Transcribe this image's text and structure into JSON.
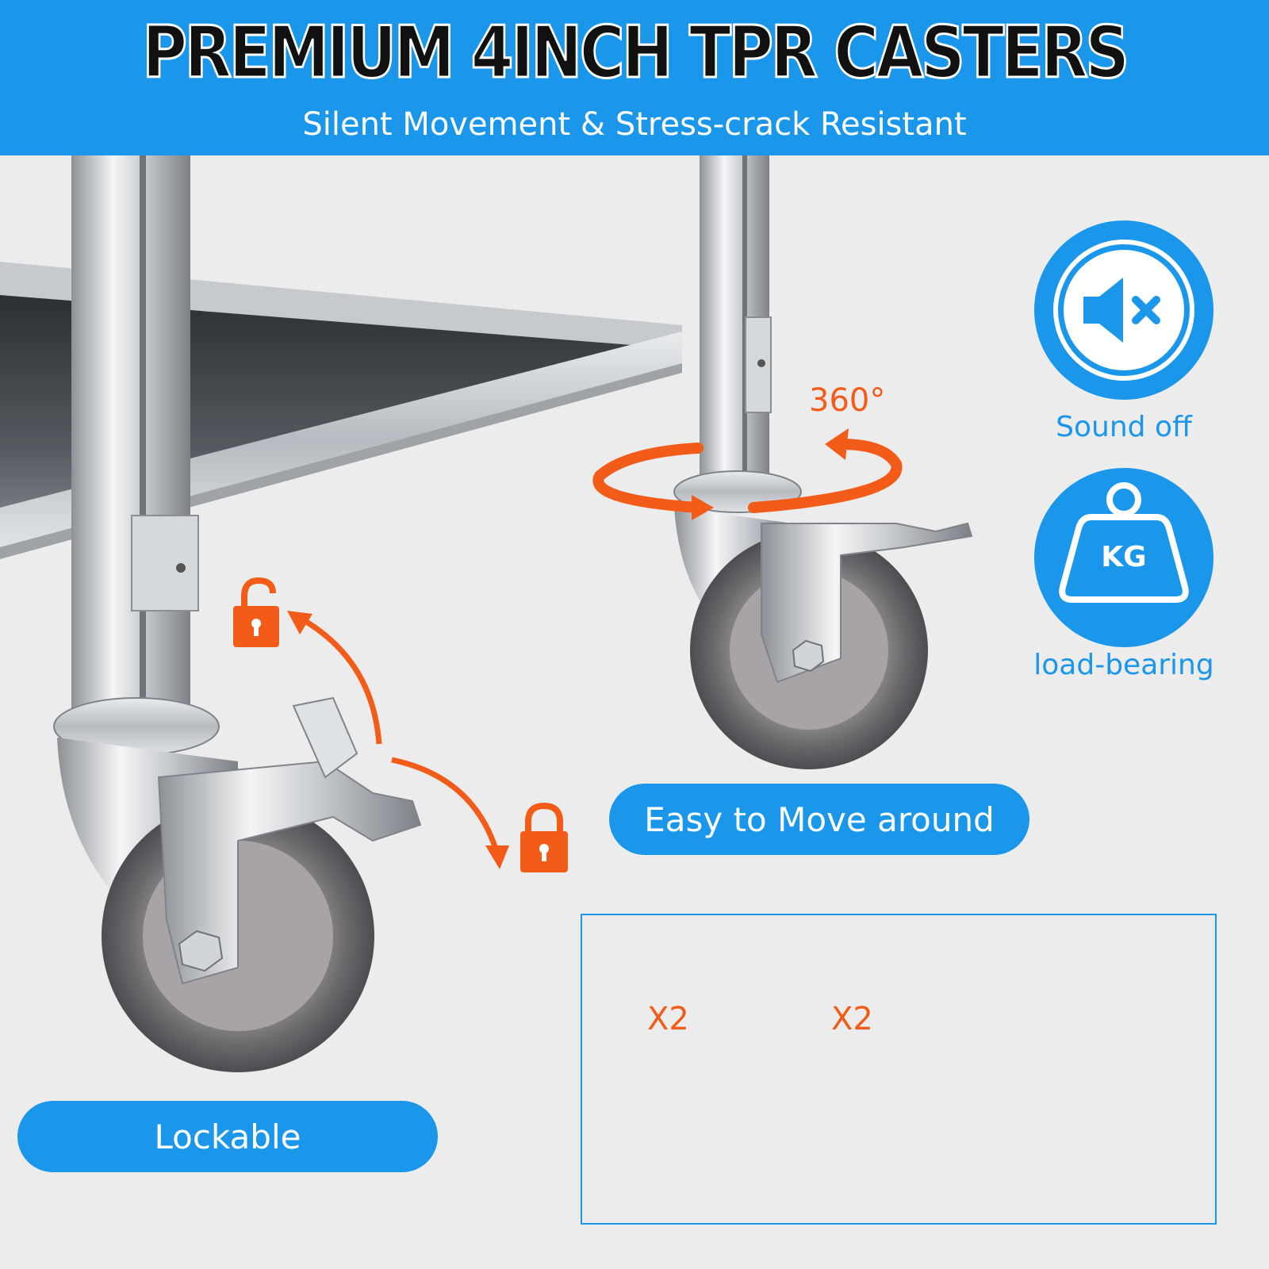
{
  "header": {
    "title": "PREMIUM 4INCH TPR CASTERS",
    "subtitle": "Silent Movement & Stress-crack Resistant"
  },
  "features": {
    "rotation": "360°",
    "sound": "Sound off",
    "load": "load-bearing",
    "kg_mark": "KG",
    "move": "Easy to Move around",
    "lock": "Lockable"
  },
  "install_panel": {
    "qty_left": "X2",
    "qty_right": "X2"
  },
  "colors": {
    "brand_blue": "#1a96ea",
    "accent_orange": "#f25c18"
  },
  "icons": [
    "mute-speaker-icon",
    "kg-weight-icon",
    "unlock-icon",
    "lock-icon",
    "rotate-arrow-icon",
    "arrow-down-icon",
    "arrow-up-icon"
  ]
}
